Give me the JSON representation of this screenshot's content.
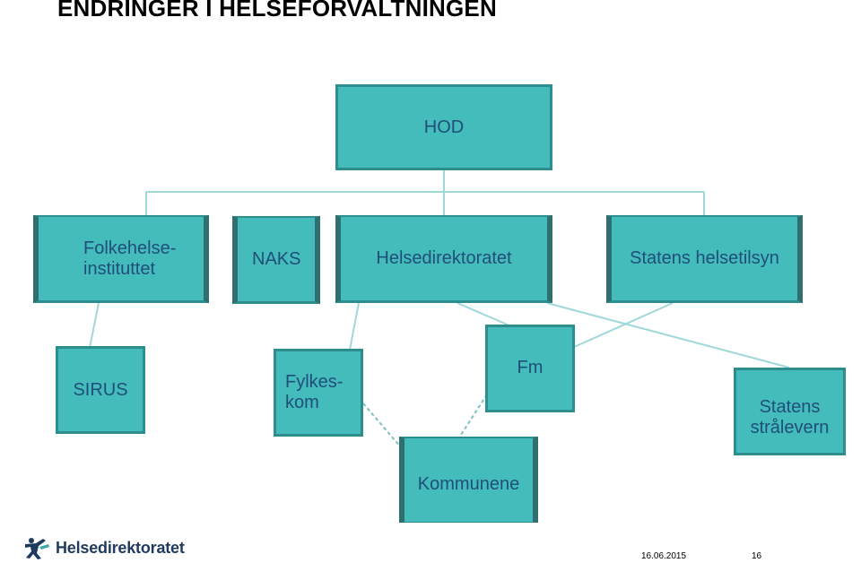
{
  "title": "ENDRINGER I HELSEFORVALTNINGEN",
  "nodes": {
    "hod": "HOD",
    "folkehelse_line1": "Folkehelse-",
    "folkehelse_line2": "instituttet",
    "naks": "NAKS",
    "helsedirektoratet": "Helsedirektoratet",
    "helsetilsyn": "Statens helsetilsyn",
    "sirus": "SIRUS",
    "fylkeskom_line1": "Fylkes-",
    "fylkeskom_line2": "kom",
    "fm": "Fm",
    "straalevern_line1": "Statens",
    "straalevern_line2": "strålevern",
    "kommunene": "Kommunene"
  },
  "footer": {
    "logo_text": "Helsedirektoratet",
    "date": "16.06.2015",
    "page": "16"
  },
  "colors": {
    "node_fill": "#45bcbc",
    "node_border": "#2e8d8d",
    "connector": "#9fd8d8",
    "text": "#1f4e79"
  }
}
